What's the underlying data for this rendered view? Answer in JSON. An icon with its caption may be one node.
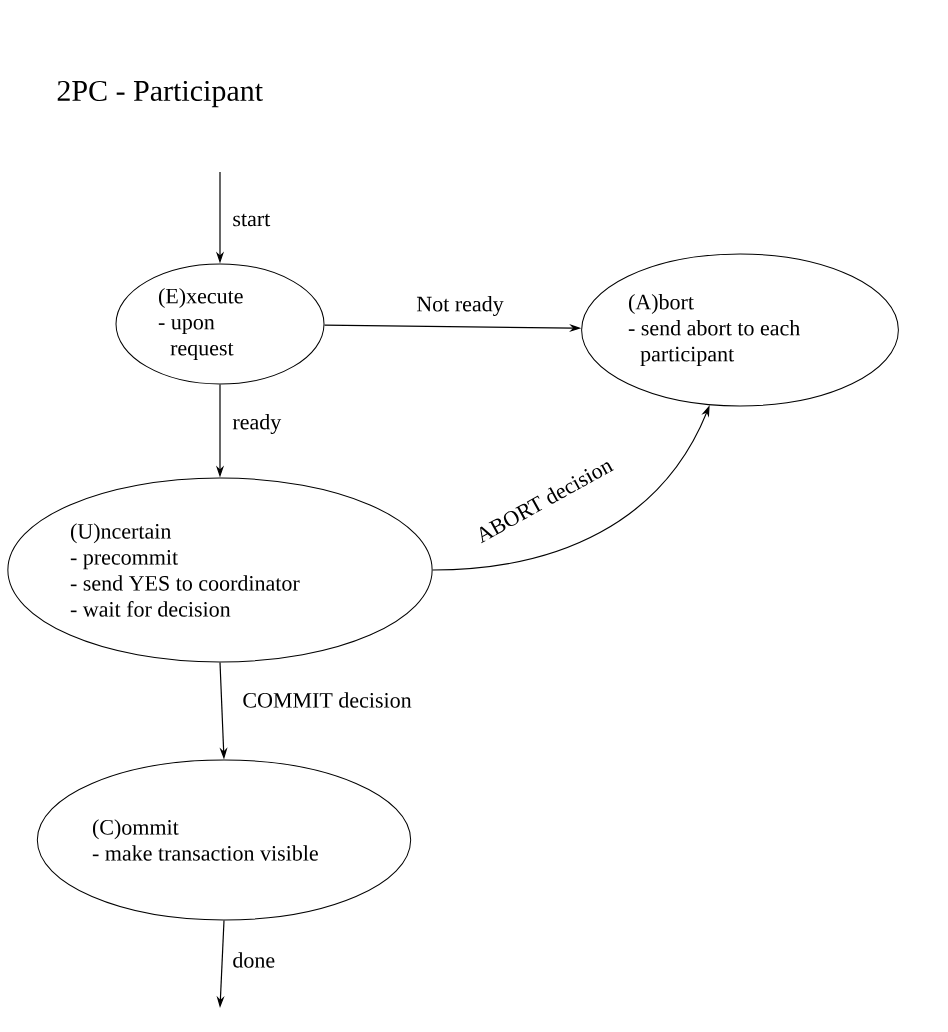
{
  "diagram": {
    "title": "2PC - Participant",
    "nodes": [
      {
        "text": [
          "(E)xecute",
          "- upon request"
        ]
      },
      {
        "text": [
          "(A)bort",
          "- send abort to each participant"
        ]
      },
      {
        "text": [
          "(U)ncertain",
          "- precommit",
          "- send YES to coordinator",
          "- wait for decision"
        ]
      },
      {
        "text": [
          "(C)ommit",
          "- make transaction visible"
        ]
      }
    ],
    "edges": [
      {
        "from": null,
        "to": 0,
        "arrow": "to",
        "label": "start"
      },
      {
        "from": 0,
        "to": 1,
        "arrow": "to",
        "label": "Not ready"
      },
      {
        "from": 0,
        "to": 2,
        "arrow": "to",
        "label": "ready"
      },
      {
        "from": 2,
        "to": 1,
        "arrow": "to",
        "label": "ABORT decision"
      },
      {
        "from": 2,
        "to": 3,
        "arrow": "to",
        "label": "COMMIT decision"
      },
      {
        "from": 3,
        "to": null,
        "arrow": "to",
        "label": "done"
      }
    ]
  }
}
